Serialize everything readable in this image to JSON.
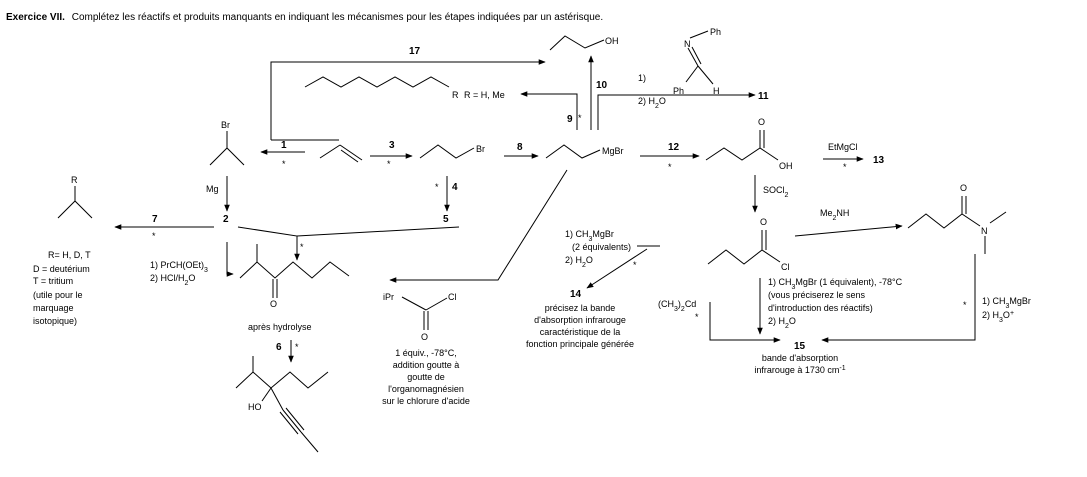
{
  "title": {
    "bold": "Exercice VII.",
    "text": "Complétez les réactifs et produits manquants en indiquant les mécanismes pour les étapes indiquées par un astérisque."
  },
  "atoms": {
    "oh": "OH",
    "br": "Br",
    "mgbr": "MgBr",
    "o": "O",
    "cl": "Cl",
    "n": "N",
    "ph": "Ph",
    "h": "H",
    "r": "R",
    "ho": "HO",
    "ipr": "iPr"
  },
  "numbers": {
    "n1": "1",
    "n2": "2",
    "n3": "3",
    "n4": "4",
    "n5": "5",
    "n6": "6",
    "n7": "7",
    "n8": "8",
    "n9": "9",
    "n10": "10",
    "n11": "11",
    "n12": "12",
    "n13": "13",
    "n14": "14",
    "n15": "15",
    "n17": "17"
  },
  "star": "*",
  "labels": {
    "r_h_me": "R = H, Me",
    "mg": "Mg",
    "r_list": "R= H, D, T",
    "d_def": "D = deutérium",
    "t_def": "T = tritium",
    "utile_1": "(utile pour le",
    "utile_2": "marquage",
    "utile_3": "isotopique)",
    "prch": "1) PrCH(OEt)",
    "prch_sub": "3",
    "hcl": "2) HCl/H",
    "hcl_sub": "2",
    "hcl_end": "O",
    "apres": "après hydrolyse",
    "imine_1": "1)",
    "imine_2": "2) H",
    "imine_2_sub": "2",
    "imine_2_end": "O",
    "etmgcl": "EtMgCl",
    "socl": "SOCl",
    "socl_sub": "2",
    "me2nh": "Me",
    "me2nh_sub": "2",
    "me2nh_end": "NH",
    "c14_1": "1) CH",
    "c14_1_sub": "3",
    "c14_1_end": "MgBr",
    "c14_2": "(2 équivalents)",
    "c14_3": "2) H",
    "c14_3_sub": "2",
    "c14_3_end": "O",
    "p14_1": "précisez la bande",
    "p14_2": "d'absorption infrarouge",
    "p14_3": "caractéristique de la",
    "p14_4": "fonction principale générée",
    "acyl_1": "1 équiv., -78°C,",
    "acyl_2": "addition goutte à",
    "acyl_3": "goutte de",
    "acyl_4": "l'organomagnésien",
    "acyl_5": "sur le chlorure d'acide",
    "cd": "(CH",
    "cd_sub": "3",
    "cd_end": ")",
    "cd_sub2": "2",
    "cd_end2": "Cd",
    "c15_1": "1) CH",
    "c15_1_sub": "3",
    "c15_1_end": "MgBr (1 équivalent), -78°C",
    "c15_2": "(vous préciserez le sens",
    "c15_3": "d'introduction des réactifs)",
    "c15_4": "2) H",
    "c15_4_sub": "2",
    "c15_4_end": "O",
    "am_1": "1) CH",
    "am_1_sub": "3",
    "am_1_end": "MgBr",
    "am_2": "2) H",
    "am_2_sub": "3",
    "am_2_end": "O",
    "am_2_sup": "+",
    "ir_1": "bande d'absorption",
    "ir_2": "infrarouge à 1730 cm",
    "ir_2_sup": "-1"
  }
}
